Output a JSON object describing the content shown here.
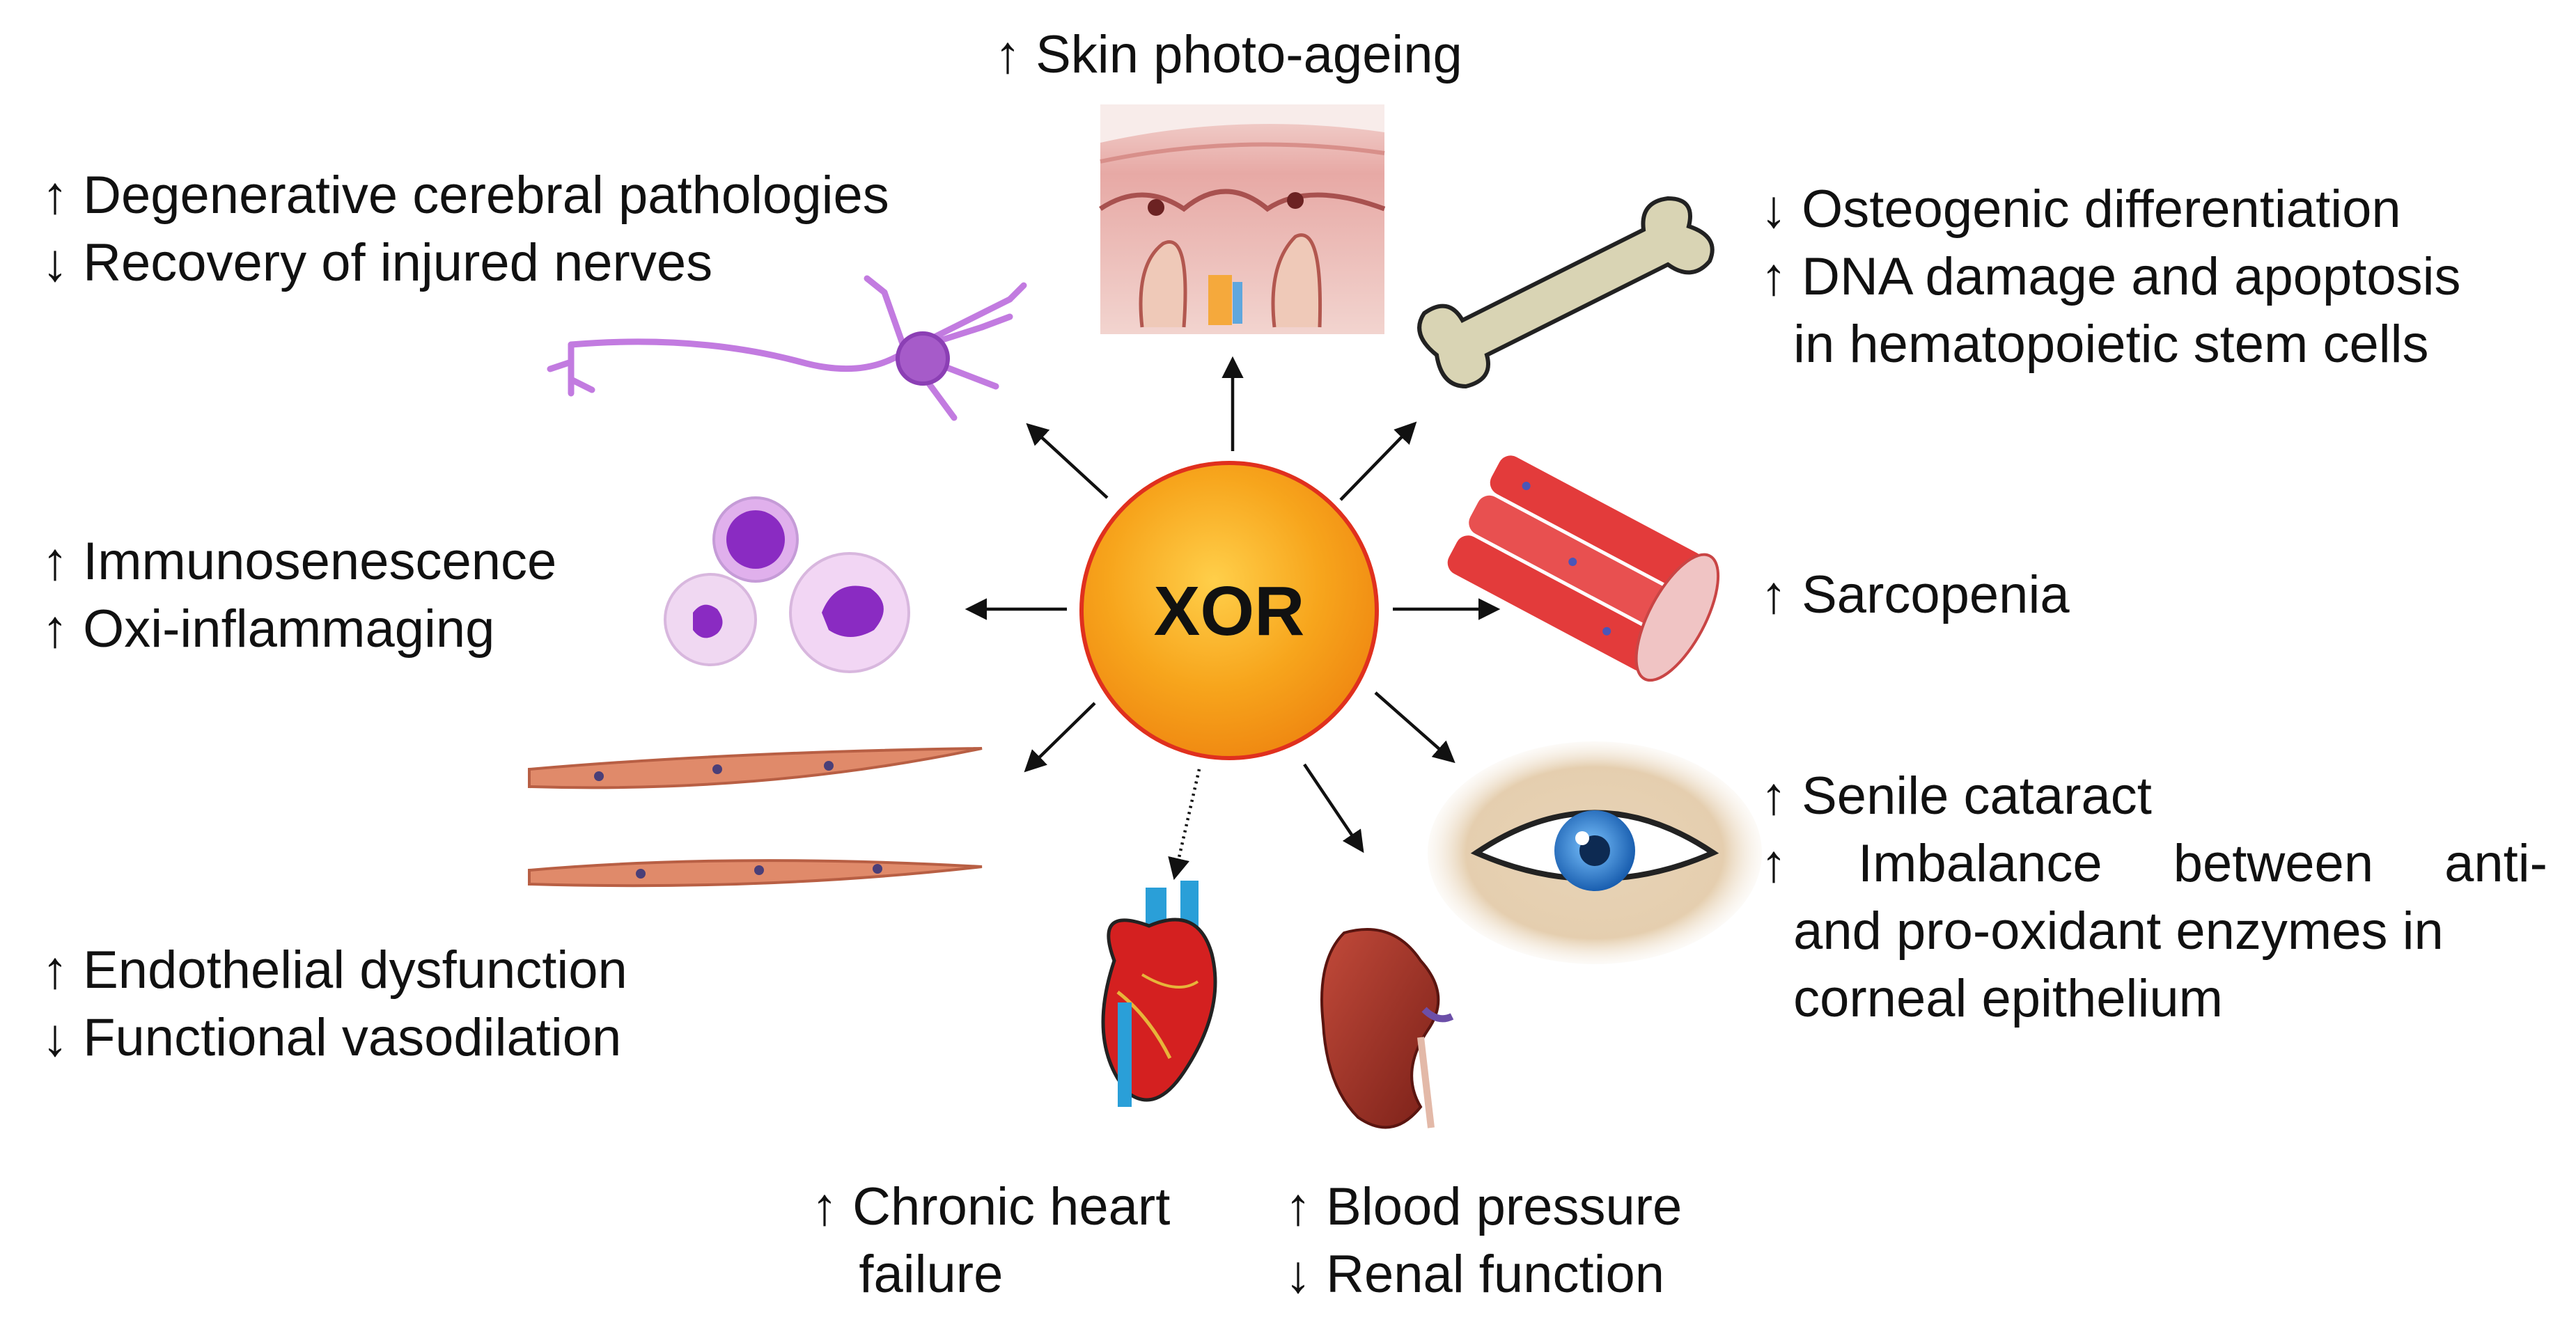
{
  "center": {
    "label": "XOR"
  },
  "nodes": {
    "skin": {
      "icon": "skin-section-icon",
      "lines": [
        "↑ Skin photo-ageing"
      ]
    },
    "neuron": {
      "icon": "neuron-icon",
      "lines": [
        "↑ Degenerative cerebral pathologies",
        "↓ Recovery of injured nerves"
      ]
    },
    "bone": {
      "icon": "bone-icon",
      "lines": [
        "↓ Osteogenic differentiation",
        "↑ DNA damage and apoptosis",
        "in hematopoietic stem cells"
      ]
    },
    "immune": {
      "icon": "immune-cells-icon",
      "lines": [
        "↑ Immunosenescence",
        "↑ Oxi-inflammaging"
      ]
    },
    "muscle": {
      "icon": "muscle-fibers-icon",
      "lines": [
        "↑ Sarcopenia"
      ]
    },
    "vessel": {
      "icon": "endothelial-cells-icon",
      "lines": [
        "↑ Endothelial dysfunction",
        "↓ Functional vasodilation"
      ]
    },
    "eye": {
      "icon": "eye-icon",
      "lines": [
        "↑ Senile cataract",
        "↑ Imbalance between anti-",
        "and pro-oxidant enzymes in",
        "corneal epithelium"
      ]
    },
    "heart": {
      "icon": "heart-icon",
      "lines": [
        "↑ Chronic heart",
        "failure"
      ]
    },
    "kidney": {
      "icon": "kidney-icon",
      "lines": [
        "↑ Blood pressure",
        "↓ Renal function"
      ]
    }
  },
  "colors": {
    "center_fill": "#f7a51c",
    "center_border": "#e0301e",
    "neuron": "#c27be0",
    "muscle": "#e33b3b",
    "heart": "#d42020",
    "vessel_blue": "#2a9fd8",
    "kidney": "#9c2e24",
    "skin": "#e9b3ad",
    "bone": "#d9d4b4",
    "immune": "#8a2bc2",
    "vessel": "#e08a6a",
    "eye_iris": "#2c7fd0"
  }
}
